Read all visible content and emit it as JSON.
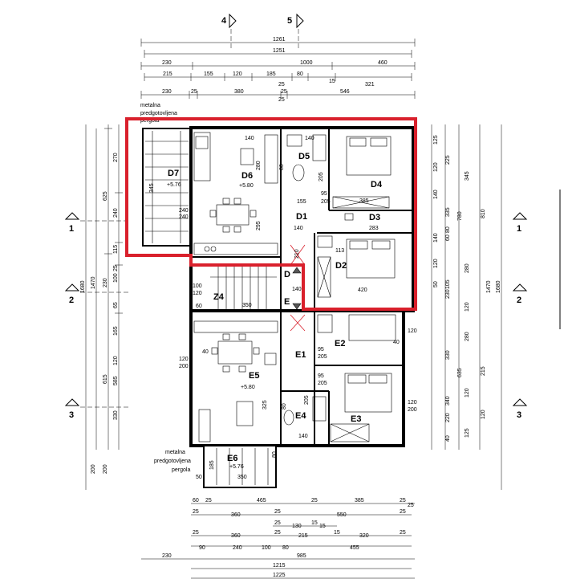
{
  "axes": {
    "top": [
      "4",
      "5"
    ],
    "left": [
      "1",
      "2",
      "3"
    ],
    "right": [
      "1",
      "2",
      "3"
    ]
  },
  "rooms": {
    "d7": "D7",
    "d6": "D6",
    "d5": "D5",
    "d4": "D4",
    "d3": "D3",
    "d2": "D2",
    "d1": "D1",
    "d": "D",
    "e": "E",
    "z4": "Z4",
    "e1": "E1",
    "e2": "E2",
    "e3": "E3",
    "e4": "E4",
    "e5": "E5",
    "e6": "E6"
  },
  "levels": {
    "d7": "+5.76",
    "d6": "+5.80",
    "e5": "+5.80",
    "e6": "+5.76"
  },
  "notes": {
    "pergola_top": [
      "metalna",
      "predgotovljena",
      "pergola"
    ],
    "pergola_bottom": [
      "metalna",
      "predgotovljena",
      "pergola"
    ]
  },
  "dims_top": {
    "row1": "1261",
    "row2": "1251",
    "row3": [
      "230",
      "1000",
      "460"
    ],
    "row4": [
      "215",
      "155",
      "120",
      "185",
      "80",
      "15",
      "321"
    ],
    "row5a": [
      "25",
      "25"
    ],
    "row5": [
      "230",
      "25",
      "380",
      "25",
      "546"
    ]
  },
  "dims_bottom": {
    "r1": [
      "60",
      "25",
      "465",
      "25",
      "385",
      "25",
      "25"
    ],
    "r2": [
      "25",
      "360",
      "25",
      "550",
      "25"
    ],
    "r3": [
      "25",
      "130",
      "15",
      "15"
    ],
    "r4": [
      "25",
      "360",
      "25",
      "215",
      "15",
      "320",
      "25"
    ],
    "r5": [
      "90",
      "240",
      "100",
      "80",
      "455"
    ],
    "r6": [
      "230",
      "985"
    ],
    "r7": "1215",
    "r8": "1225"
  },
  "dims_left": {
    "outer": "1680",
    "mid": "1470",
    "upper": [
      "270",
      "625",
      "240",
      "115"
    ],
    "middle": [
      "25",
      "100",
      "230",
      "65"
    ],
    "lower": [
      "165",
      "120",
      "615",
      "585",
      "330"
    ],
    "bottom": [
      "200",
      "200"
    ]
  },
  "dims_right": {
    "outer": "1680",
    "mid": "1470",
    "upper": [
      "125",
      "225",
      "345",
      "120",
      "140",
      "335",
      "780",
      "810",
      "80",
      "140",
      "60",
      "120",
      "105",
      "280",
      "50",
      "230"
    ],
    "lower": [
      "120",
      "280",
      "330",
      "635",
      "215",
      "120",
      "340",
      "220",
      "125",
      "120",
      "40"
    ]
  },
  "inner_dims": {
    "d6_w": "140",
    "d6_a": "280",
    "d6_b": "295",
    "d7_a": "345",
    "d7_b": "240",
    "d7_c": "240",
    "d5_a": "140",
    "d5_b": "80",
    "d5_c": "205",
    "d1_a": "155",
    "d1_b": "95",
    "d1_c": "205",
    "d4_a": "385",
    "d3_a": "283",
    "d1_d": "140",
    "d_a": "210",
    "d2_a": "113",
    "d2_b": "420",
    "d_b": "140",
    "z4_a": "350",
    "z4_b": "100",
    "z4_c": "120",
    "z4_d": "60",
    "e2_a": "95",
    "e2_b": "205",
    "e2_c": "40",
    "e1_a": "95",
    "e1_b": "205",
    "e5_a": "40",
    "e5_b": "120",
    "e5_c": "200",
    "e5_d": "325",
    "e4_a": "80",
    "e4_b": "140",
    "e4_c": "205",
    "e3_a": "120",
    "e3_b": "200",
    "e6_a": "185",
    "e6_b": "350",
    "e6_c": "50",
    "e6_d": "80",
    "e2_d": "120"
  },
  "colors": {
    "highlight": "#d9202c",
    "wall": "#000000"
  }
}
